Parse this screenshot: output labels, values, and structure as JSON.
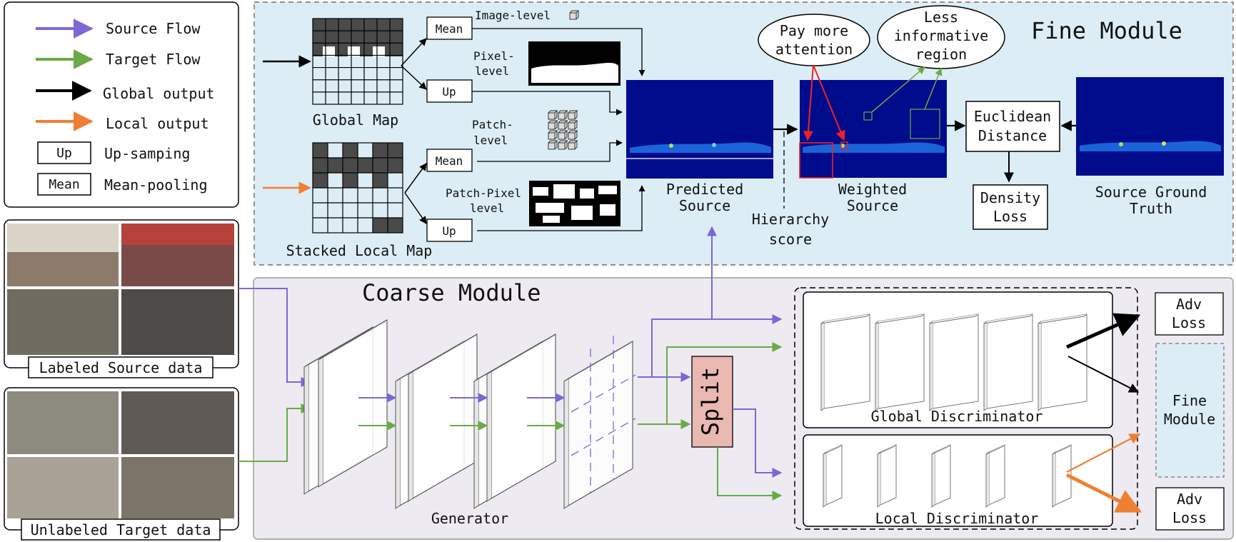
{
  "colors": {
    "source": "#7b68d6",
    "target": "#6aaa48",
    "global": "#000000",
    "local": "#ef7f32",
    "fine_bg": "#dcedf5",
    "coarse_bg": "#eeeaf1",
    "split": "#e9b8b0",
    "heatmap": "#000c8c",
    "red": "#ee2222"
  },
  "legend": {
    "source_flow": "Source Flow",
    "target_flow": "Target Flow",
    "global_output": "Global output",
    "local_output": "Local output",
    "up_box": "Up",
    "up_desc": "Up-samping",
    "mean_box": "Mean",
    "mean_desc": "Mean-pooling"
  },
  "fine": {
    "title": "Fine Module",
    "global_map": "Global Map",
    "stacked_local_map": "Stacked Local Map",
    "mean": "Mean",
    "up": "Up",
    "image_level": "Image-level",
    "pixel_level_1": "Pixel-",
    "pixel_level_2": "level",
    "patch_level_1": "Patch-",
    "patch_level_2": "level",
    "patch_pixel_1": "Patch-Pixel",
    "patch_pixel_2": "level",
    "predicted_1": "Predicted",
    "predicted_2": "Source",
    "hierarchy_1": "Hierarchy",
    "hierarchy_2": "score",
    "weighted_1": "Weighted",
    "weighted_2": "Source",
    "pay_1": "Pay more",
    "pay_2": "attention",
    "less_1": "Less",
    "less_2": "informative",
    "less_3": "region",
    "euclid_1": "Euclidean",
    "euclid_2": "Distance",
    "density_1": "Density",
    "density_2": "Loss",
    "gt_1": "Source Ground",
    "gt_2": "Truth"
  },
  "coarse": {
    "title": "Coarse Module",
    "generator": "Generator",
    "split": "Split",
    "global_disc": "Global Discriminator",
    "local_disc": "Local Discriminator",
    "adv_1": "Adv",
    "adv_2": "Loss",
    "fine_1": "Fine",
    "fine_2": "Module"
  },
  "data": {
    "labeled": "Labeled Source data",
    "unlabeled": "Unlabeled Target data"
  }
}
